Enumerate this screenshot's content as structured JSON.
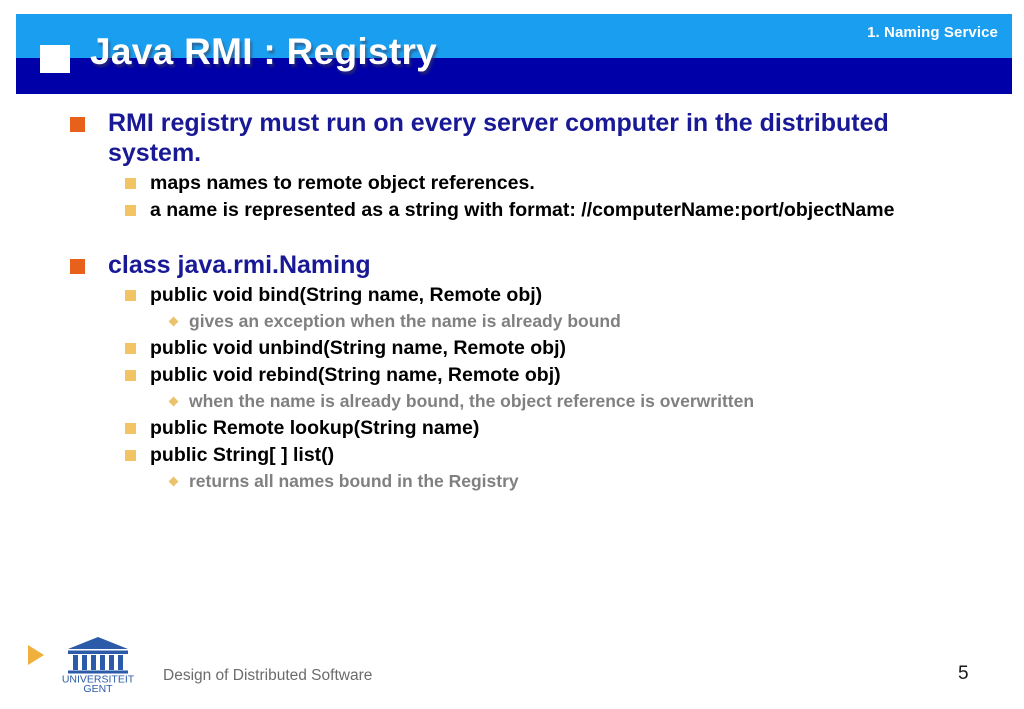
{
  "header": {
    "title": "Java RMI : Registry",
    "kicker": "1. Naming Service",
    "colors": {
      "band_top": "#1a9ff0",
      "band_bottom": "#0000a8",
      "title_text": "#ffffff"
    }
  },
  "colors": {
    "level1_text": "#191996",
    "level1_bullet": "#e8611a",
    "level2_text": "#000000",
    "level2_bullet": "#f2c464",
    "level3_text": "#808080",
    "level3_bullet": "#eac36a",
    "footer_text": "#6b6b6b",
    "footer_triangle": "#f0b03c",
    "logo": "#2b5ba8"
  },
  "body": {
    "blocks": [
      {
        "level": 1,
        "text": "RMI registry must run on every server computer in the distributed system."
      },
      {
        "level": 2,
        "text": "maps names to remote object references."
      },
      {
        "level": 2,
        "text": "a name is represented as a string with format: //computerName:port/objectName"
      },
      {
        "level": 0,
        "text": ""
      },
      {
        "level": 1,
        "text": "class java.rmi.Naming"
      },
      {
        "level": 2,
        "text": "public void bind(String name, Remote obj)"
      },
      {
        "level": 3,
        "text": "gives an exception when the name is already bound"
      },
      {
        "level": 2,
        "text": "public void unbind(String name, Remote obj)"
      },
      {
        "level": 2,
        "text": "public void rebind(String name, Remote obj)"
      },
      {
        "level": 3,
        "text": "when the name is already bound, the object reference is overwritten"
      },
      {
        "level": 2,
        "text": "public Remote lookup(String name)"
      },
      {
        "level": 2,
        "text": "public String[ ] list()"
      },
      {
        "level": 3,
        "text": "returns all names bound in the Registry"
      }
    ]
  },
  "footer": {
    "logo_line1": "UNIVERSITEIT",
    "logo_line2": "GENT",
    "label": "Design of Distributed Software",
    "page_number": "5"
  }
}
